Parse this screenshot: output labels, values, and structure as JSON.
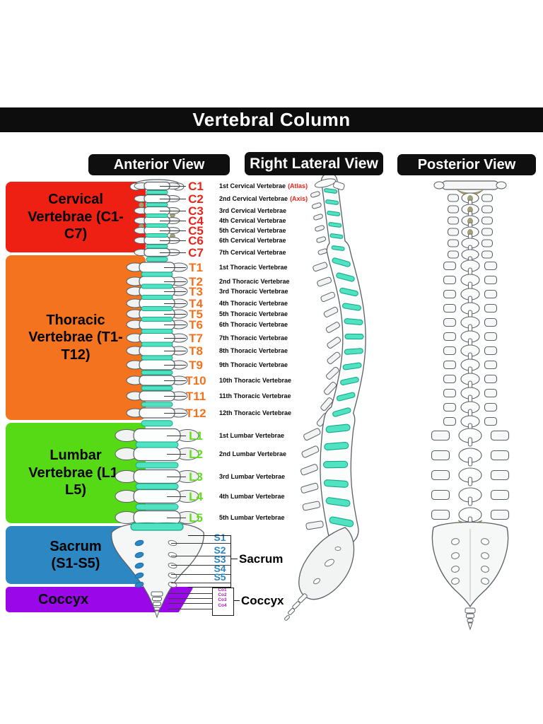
{
  "title": "Vertebral Column",
  "view_headers": [
    "Anterior View",
    "Right Lateral View",
    "Posterior View"
  ],
  "region_bands": [
    {
      "label": "Cervical Vertebrae (C1-C7)",
      "color": "#ee1f13"
    },
    {
      "label": "Thoracic Vertebrae (T1-T12)",
      "color": "#f4731e"
    },
    {
      "label": "Lumbar Vertebrae (L1-L5)",
      "color": "#57da16"
    },
    {
      "label": "Sacrum (S1-S5)",
      "color": "#2d87c3"
    },
    {
      "label": "Coccyx",
      "color": "#9a07e8"
    }
  ],
  "vertebra_sections": [
    {
      "name": "cervical",
      "label_color": "#e8251a",
      "items": [
        {
          "code": "C1",
          "desc": "1st Cervical Vertebrae",
          "note": "(Atlas)"
        },
        {
          "code": "C2",
          "desc": "2nd Cervical Vertebrae",
          "note": "(Axis)"
        },
        {
          "code": "C3",
          "desc": "3rd Cervical Vertebrae"
        },
        {
          "code": "C4",
          "desc": "4th Cervical Vertebrae"
        },
        {
          "code": "C5",
          "desc": "5th Cervical Vertebrae"
        },
        {
          "code": "C6",
          "desc": "6th Cervical Vertebrae"
        },
        {
          "code": "C7",
          "desc": "7th Cervical Vertebrae"
        }
      ]
    },
    {
      "name": "thoracic",
      "label_color": "#f2721e",
      "items": [
        {
          "code": "T1",
          "desc": "1st Thoracic Vertebrae"
        },
        {
          "code": "T2",
          "desc": "2nd Thoracic Vertebrae"
        },
        {
          "code": "T3",
          "desc": "3rd Thoracic Vertebrae"
        },
        {
          "code": "T4",
          "desc": "4th Thoracic Vertebrae"
        },
        {
          "code": "T5",
          "desc": "5th Thoracic Vertebrae"
        },
        {
          "code": "T6",
          "desc": "6th Thoracic Vertebrae"
        },
        {
          "code": "T7",
          "desc": "7th Thoracic Vertebrae"
        },
        {
          "code": "T8",
          "desc": "8th Thoracic Vertebrae"
        },
        {
          "code": "T9",
          "desc": "9th Thoracic Vertebrae"
        },
        {
          "code": "T10",
          "desc": "10th Thoracic Vertebrae"
        },
        {
          "code": "T11",
          "desc": "11th Thoracic Vertebrae"
        },
        {
          "code": "T12",
          "desc": "12th Thoracic Vertebrae"
        }
      ]
    },
    {
      "name": "lumbar",
      "label_color": "#62de1d",
      "items": [
        {
          "code": "L1",
          "desc": "1st Lumbar Vertebrae"
        },
        {
          "code": "L2",
          "desc": "2nd Lumbar Vertebrae"
        },
        {
          "code": "L3",
          "desc": "3rd Lumbar Vertebrae"
        },
        {
          "code": "L4",
          "desc": "4th Lumbar Vertebrae"
        },
        {
          "code": "L5",
          "desc": "5th Lumbar Vertebrae"
        }
      ]
    },
    {
      "name": "sacrum",
      "label_color": "#2d87c3",
      "group_label": "Sacrum",
      "items": [
        {
          "code": "S1"
        },
        {
          "code": "S2"
        },
        {
          "code": "S3"
        },
        {
          "code": "S4"
        },
        {
          "code": "S5"
        }
      ]
    },
    {
      "name": "coccyx",
      "label_color": "#a21caf",
      "group_label": "Coccyx",
      "items": [
        {
          "code": "Co1"
        },
        {
          "code": "Co2"
        },
        {
          "code": "Co3"
        },
        {
          "code": "Co4"
        }
      ]
    }
  ],
  "colors": {
    "disc": "#4fe3c1",
    "disc_stroke": "#18a88a",
    "note_red": "#e8251a",
    "bone_fill": "#fcfdfd",
    "bone_outline": "#5a6066",
    "olive": "#a5a177",
    "sacral_foramina_blue": "#2d87c3"
  }
}
